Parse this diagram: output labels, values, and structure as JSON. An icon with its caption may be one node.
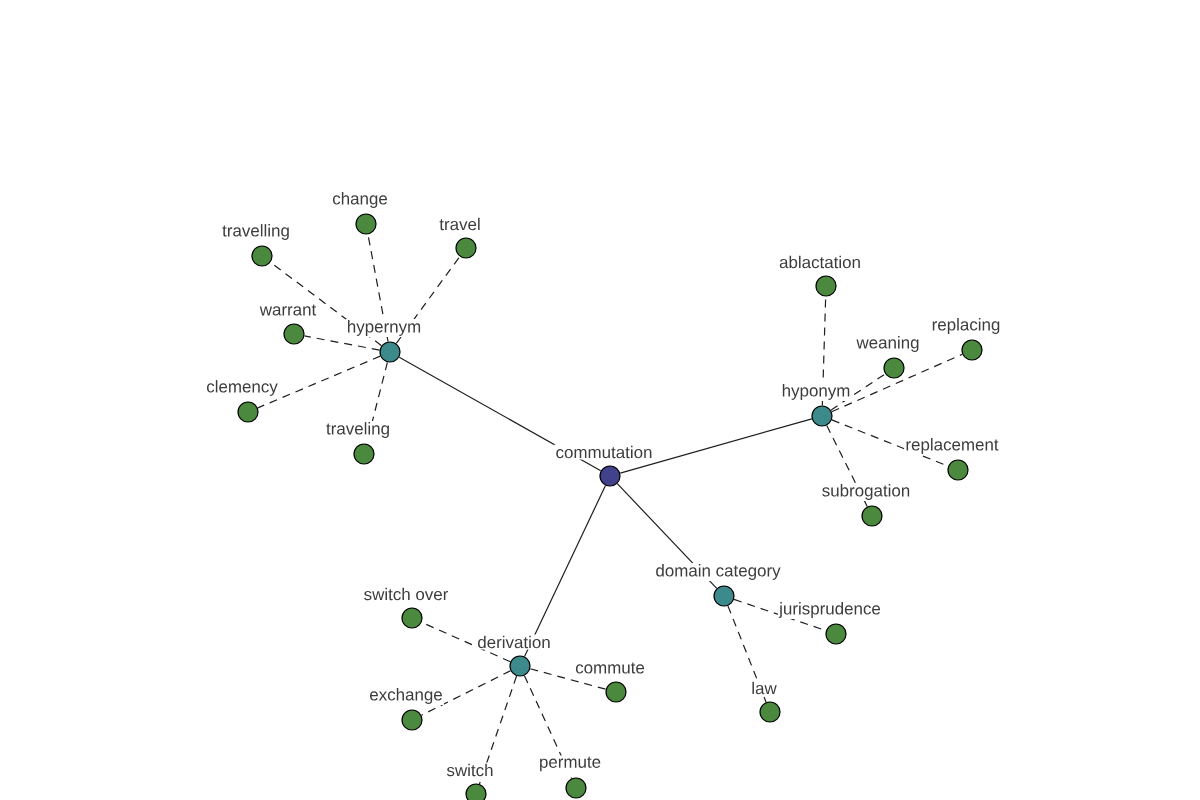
{
  "diagram": {
    "nodes": [
      {
        "text": [
          "commutation"
        ]
      },
      {
        "text": [
          "hypernym"
        ]
      },
      {
        "text": [
          "hyponym"
        ]
      },
      {
        "text": [
          "derivation"
        ]
      },
      {
        "text": [
          "domain category"
        ]
      },
      {
        "text": [
          "travelling"
        ]
      },
      {
        "text": [
          "change"
        ]
      },
      {
        "text": [
          "travel"
        ]
      },
      {
        "text": [
          "warrant"
        ]
      },
      {
        "text": [
          "clemency"
        ]
      },
      {
        "text": [
          "traveling"
        ]
      },
      {
        "text": [
          "ablactation"
        ]
      },
      {
        "text": [
          "weaning"
        ]
      },
      {
        "text": [
          "replacing"
        ]
      },
      {
        "text": [
          "replacement"
        ]
      },
      {
        "text": [
          "subrogation"
        ]
      },
      {
        "text": [
          "switch over"
        ]
      },
      {
        "text": [
          "exchange"
        ]
      },
      {
        "text": [
          "commute"
        ]
      },
      {
        "text": [
          "switch"
        ]
      },
      {
        "text": [
          "permute"
        ]
      },
      {
        "text": [
          "jurisprudence"
        ]
      },
      {
        "text": [
          "law"
        ]
      }
    ],
    "edges": [
      {
        "from": 0,
        "to": 1,
        "arrow": "none"
      },
      {
        "from": 0,
        "to": 2,
        "arrow": "none"
      },
      {
        "from": 0,
        "to": 3,
        "arrow": "none"
      },
      {
        "from": 0,
        "to": 4,
        "arrow": "none"
      },
      {
        "from": 1,
        "to": 5,
        "arrow": "none",
        "style": "dashed"
      },
      {
        "from": 1,
        "to": 6,
        "arrow": "none",
        "style": "dashed"
      },
      {
        "from": 1,
        "to": 7,
        "arrow": "none",
        "style": "dashed"
      },
      {
        "from": 1,
        "to": 8,
        "arrow": "none",
        "style": "dashed"
      },
      {
        "from": 1,
        "to": 9,
        "arrow": "none",
        "style": "dashed"
      },
      {
        "from": 1,
        "to": 10,
        "arrow": "none",
        "style": "dashed"
      },
      {
        "from": 2,
        "to": 11,
        "arrow": "none",
        "style": "dashed"
      },
      {
        "from": 2,
        "to": 12,
        "arrow": "none",
        "style": "dashed"
      },
      {
        "from": 2,
        "to": 13,
        "arrow": "none",
        "style": "dashed"
      },
      {
        "from": 2,
        "to": 14,
        "arrow": "none",
        "style": "dashed"
      },
      {
        "from": 2,
        "to": 15,
        "arrow": "none",
        "style": "dashed"
      },
      {
        "from": 3,
        "to": 16,
        "arrow": "none",
        "style": "dashed"
      },
      {
        "from": 3,
        "to": 17,
        "arrow": "none",
        "style": "dashed"
      },
      {
        "from": 3,
        "to": 18,
        "arrow": "none",
        "style": "dashed"
      },
      {
        "from": 3,
        "to": 19,
        "arrow": "none",
        "style": "dashed"
      },
      {
        "from": 3,
        "to": 20,
        "arrow": "none",
        "style": "dashed"
      },
      {
        "from": 4,
        "to": 21,
        "arrow": "none",
        "style": "dashed"
      },
      {
        "from": 4,
        "to": 22,
        "arrow": "none",
        "style": "dashed"
      }
    ]
  }
}
